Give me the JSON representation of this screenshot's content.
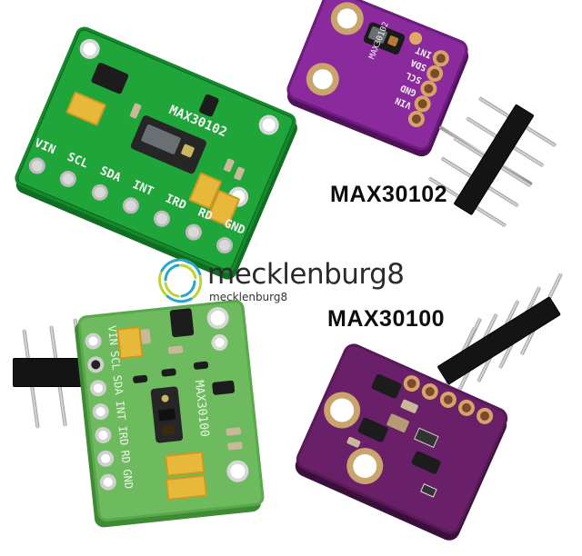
{
  "image": {
    "description": "Product photo collage of MAX30102 and MAX30100 pulse oximeter / heart-rate sensor breakout boards with pin headers",
    "background_color": "#ffffff"
  },
  "labels": {
    "max30102": "MAX30102",
    "max30100": "MAX30100"
  },
  "watermark": {
    "brand_large": "mecklenburg8",
    "brand_small": "mecklenburg8",
    "logo_colors": [
      "#2aa7c8",
      "#b9d531"
    ]
  },
  "boards": {
    "green_max30102": {
      "chip_marking": "MAX30102",
      "pins": [
        "VIN",
        "SCL",
        "SDA",
        "INT",
        "IRD",
        "RD",
        "GND"
      ],
      "color": "#1fa53a"
    },
    "purple_max30102": {
      "chip_marking": "MAX30102",
      "pins": [
        "INT",
        "SDA",
        "SCL",
        "GND",
        "VIN"
      ],
      "color": "#8a2a9c"
    },
    "green_max30100": {
      "chip_marking": "MAX30100",
      "pins": [
        "VIN",
        "SCL",
        "SDA",
        "INT",
        "IRD",
        "RD",
        "GND"
      ],
      "color": "#6dbb5e"
    },
    "purple_back": {
      "color": "#6a2068"
    }
  },
  "headers": {
    "top_right_pin_count": 5,
    "mid_right_pin_count": 5,
    "left_pin_count": 3
  }
}
